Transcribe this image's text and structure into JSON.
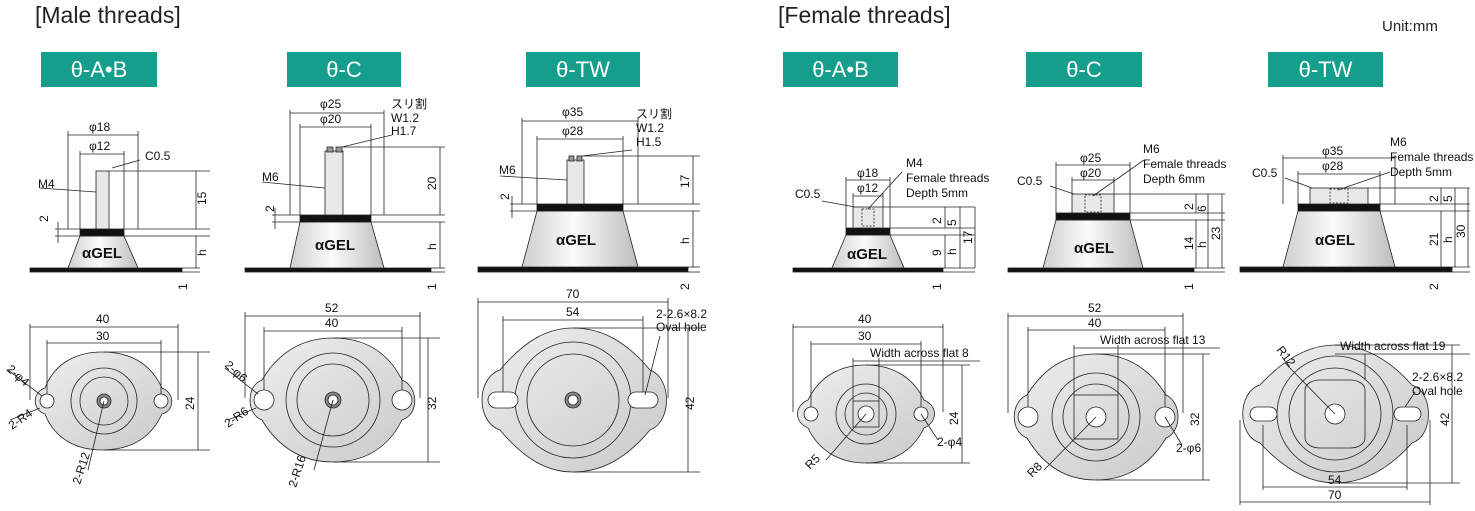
{
  "headers": {
    "male": "[Male threads]",
    "female": "[Female threads]",
    "unit": "Unit:mm"
  },
  "tags": [
    "θ-A•B",
    "θ-C",
    "θ-TW",
    "θ-A•B",
    "θ-C",
    "θ-TW"
  ],
  "gel_label": "αGEL",
  "m_ab": {
    "d18": "φ18",
    "d12": "φ12",
    "c05": "C0.5",
    "m4": "M4",
    "v2": "2",
    "v15": "15",
    "vh": "h",
    "v1": "1",
    "p40": "40",
    "p30": "30",
    "hole": "2-φ4",
    "r4": "2-R4",
    "v24": "24",
    "r12": "2-R12"
  },
  "m_c": {
    "d25": "φ25",
    "d20": "φ20",
    "slit1": "スリ割",
    "slit2": "W1.2",
    "slit3": "H1.7",
    "m6": "M6",
    "v2": "2",
    "v20": "20",
    "vh": "h",
    "v1": "1",
    "p52": "52",
    "p40": "40",
    "hole": "2-φ6",
    "r6": "2-R6",
    "v32": "32",
    "r16": "2-R16"
  },
  "m_tw": {
    "d35": "φ35",
    "d28": "φ28",
    "slit1": "スリ割",
    "slit2": "W1.2",
    "slit3": "H1.5",
    "m6": "M6",
    "v2": "2",
    "v17": "17",
    "vh": "h",
    "v2b": "2",
    "p70": "70",
    "p54": "54",
    "oval1": "2-2.6×8.2",
    "oval2": "Oval hole",
    "v42": "42"
  },
  "f_ab": {
    "d18": "φ18",
    "d12": "φ12",
    "c05": "C0.5",
    "m4": "M4",
    "ft1": "Female threads",
    "ft2": "Depth 5mm",
    "v2": "2",
    "v5": "5",
    "v9": "9",
    "vh": "h",
    "v17": "17",
    "v1": "1",
    "p40": "40",
    "p30": "30",
    "waf": "Width across flat 8",
    "v24": "24",
    "hole": "2-φ4",
    "r5": "R5"
  },
  "f_c": {
    "d25": "φ25",
    "d20": "φ20",
    "c05": "C0.5",
    "m6": "M6",
    "ft1": "Female threads",
    "ft2": "Depth 6mm",
    "v2": "2",
    "v6": "6",
    "v14": "14",
    "vh": "h",
    "v23": "23",
    "v1": "1",
    "p52": "52",
    "p40": "40",
    "waf": "Width across flat 13",
    "v32": "32",
    "hole": "2-φ6",
    "r8": "R8"
  },
  "f_tw": {
    "d35": "φ35",
    "d28": "φ28",
    "c05": "C0.5",
    "m6": "M6",
    "ft1": "Female threads",
    "ft2": "Depth 5mm",
    "v2": "2",
    "v5": "5",
    "v21": "21",
    "vh": "h",
    "v30": "30",
    "v2b": "2",
    "r12": "R12",
    "waf": "Width across flat 19",
    "oval1": "2-2.6×8.2",
    "oval2": "Oval hole",
    "v42": "42",
    "p54": "54",
    "p70": "70"
  }
}
